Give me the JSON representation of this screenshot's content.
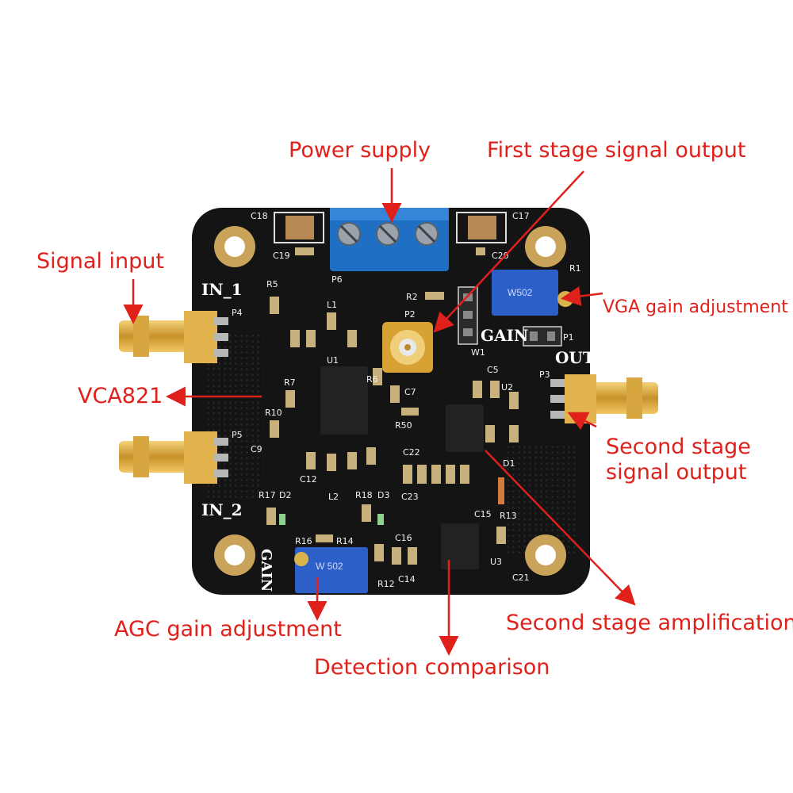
{
  "colors": {
    "annotation": "#e0201b",
    "board": "#141414",
    "terminal_block": "#1f6fc4",
    "trimmer": "#2d5fc9",
    "gold": "#d9a634",
    "pad": "#c9b07a"
  },
  "annotations": {
    "power_supply": "Power supply",
    "first_stage_output": "First stage signal output",
    "signal_input": "Signal input",
    "vga_gain": "VGA gain adjustment",
    "vca821": "VCA821",
    "second_stage_output_line1": "Second stage",
    "second_stage_output_line2": "signal output",
    "agc_gain": "AGC gain adjustment",
    "second_stage_amp": "Second stage amplification",
    "detection": "Detection comparison"
  },
  "silkscreen": {
    "in1": "IN_1",
    "in2": "IN_2",
    "out": "OUT",
    "gain_top": "GAIN",
    "gain_bottom": "GAIN",
    "p1": "P1",
    "p2": "P2",
    "p3": "P3",
    "p4": "P4",
    "p5": "P5",
    "p6": "P6",
    "r1": "R1",
    "w1": "W1",
    "u1": "U1",
    "u2": "U2",
    "u3": "U3",
    "d1": "D1",
    "d2": "D2",
    "d3": "D3",
    "c17": "C17",
    "c18": "C18",
    "c19": "C19",
    "c20": "C20",
    "r2": "R2",
    "r5": "R5",
    "r6": "R6",
    "r7": "R7",
    "r10": "R10",
    "r12": "R12",
    "r13": "R13",
    "r14": "R14",
    "r16": "R16",
    "r17": "R17",
    "r18": "R18",
    "r50": "R50",
    "c5": "C5",
    "c7": "C7",
    "c9": "C9",
    "c12": "C12",
    "c14": "C14",
    "c15": "C15",
    "c16": "C16",
    "c21": "C21",
    "c22": "C22",
    "c23": "C23",
    "l1": "L1",
    "l2": "L2"
  },
  "trimmer_marks": {
    "vga": "W502",
    "agc": "W 502"
  },
  "icons": [
    "sma-connector-icon",
    "screw-terminal-icon",
    "trimmer-potentiometer-icon",
    "mounting-hole-icon",
    "arrow-icon"
  ]
}
